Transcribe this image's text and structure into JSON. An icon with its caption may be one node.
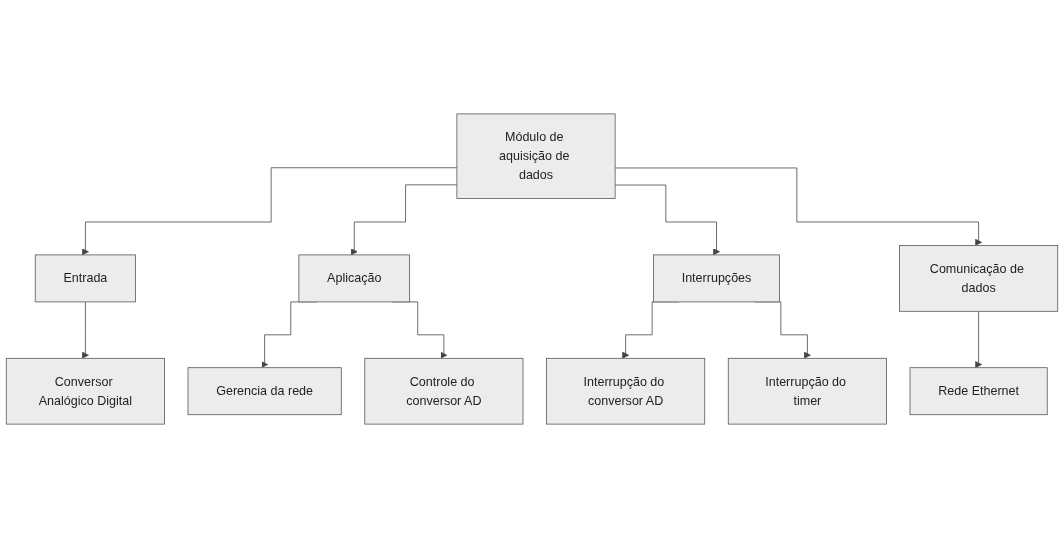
{
  "diagram": {
    "nodes": [
      {
        "text": [
          "Módulo de aquisição de dados"
        ]
      },
      {
        "text": [
          "Entrada"
        ]
      },
      {
        "text": [
          "Aplicação"
        ]
      },
      {
        "text": [
          "Interrupções"
        ]
      },
      {
        "text": [
          "Comunicação de dados"
        ]
      },
      {
        "text": [
          "Conversor Analógico Digital"
        ]
      },
      {
        "text": [
          "Gerencia da rede"
        ]
      },
      {
        "text": [
          "Controle do conversor AD"
        ]
      },
      {
        "text": [
          "Interrupção do conversor AD"
        ]
      },
      {
        "text": [
          "Interrupção do timer"
        ]
      },
      {
        "text": [
          "Rede Ethernet"
        ]
      }
    ],
    "edges": [
      {
        "from": 0,
        "to": 1,
        "arrow": "to"
      },
      {
        "from": 0,
        "to": 2,
        "arrow": "to"
      },
      {
        "from": 0,
        "to": 3,
        "arrow": "to"
      },
      {
        "from": 0,
        "to": 4,
        "arrow": "to"
      },
      {
        "from": 1,
        "to": 5,
        "arrow": "to"
      },
      {
        "from": 2,
        "to": 6,
        "arrow": "to"
      },
      {
        "from": 2,
        "to": 7,
        "arrow": "to"
      },
      {
        "from": 3,
        "to": 8,
        "arrow": "to"
      },
      {
        "from": 3,
        "to": 9,
        "arrow": "to"
      },
      {
        "from": 4,
        "to": 10,
        "arrow": "to"
      }
    ]
  }
}
